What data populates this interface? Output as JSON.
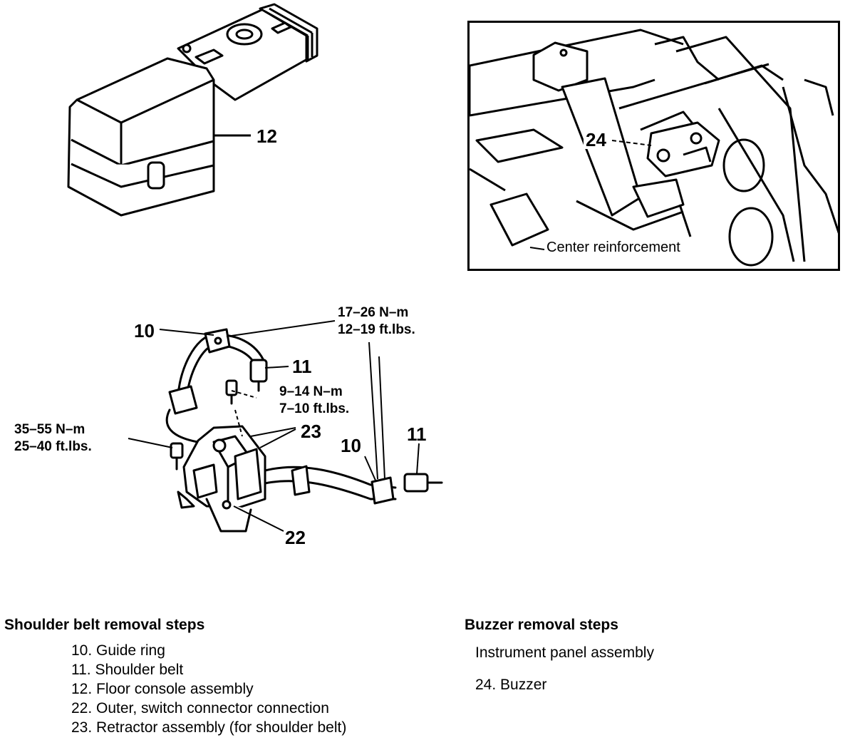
{
  "console_diagram": {
    "part_label": "12"
  },
  "buzzer_diagram": {
    "part_label": "24",
    "callout": "Center reinforcement"
  },
  "belt_diagram": {
    "labels": {
      "guide_ring_top": "10",
      "belt_top": "11",
      "retractor": "23",
      "guide_ring_right": "10",
      "belt_right": "11",
      "connector": "22"
    },
    "torque_top": {
      "nm": "17–26 N–m",
      "ftlb": "12–19 ft.lbs."
    },
    "torque_middle": {
      "nm": "9–14 N–m",
      "ftlb": "7–10 ft.lbs."
    },
    "torque_left": {
      "nm": "35–55 N–m",
      "ftlb": "25–40 ft.lbs."
    }
  },
  "shoulder_belt": {
    "heading": "Shoulder belt removal steps",
    "steps": [
      "10. Guide ring",
      "11. Shoulder belt",
      "12. Floor console assembly",
      "22. Outer, switch connector connection",
      "23. Retractor assembly (for shoulder belt)"
    ]
  },
  "buzzer": {
    "heading": "Buzzer removal steps",
    "steps": [
      "Instrument panel assembly",
      "24. Buzzer"
    ]
  }
}
